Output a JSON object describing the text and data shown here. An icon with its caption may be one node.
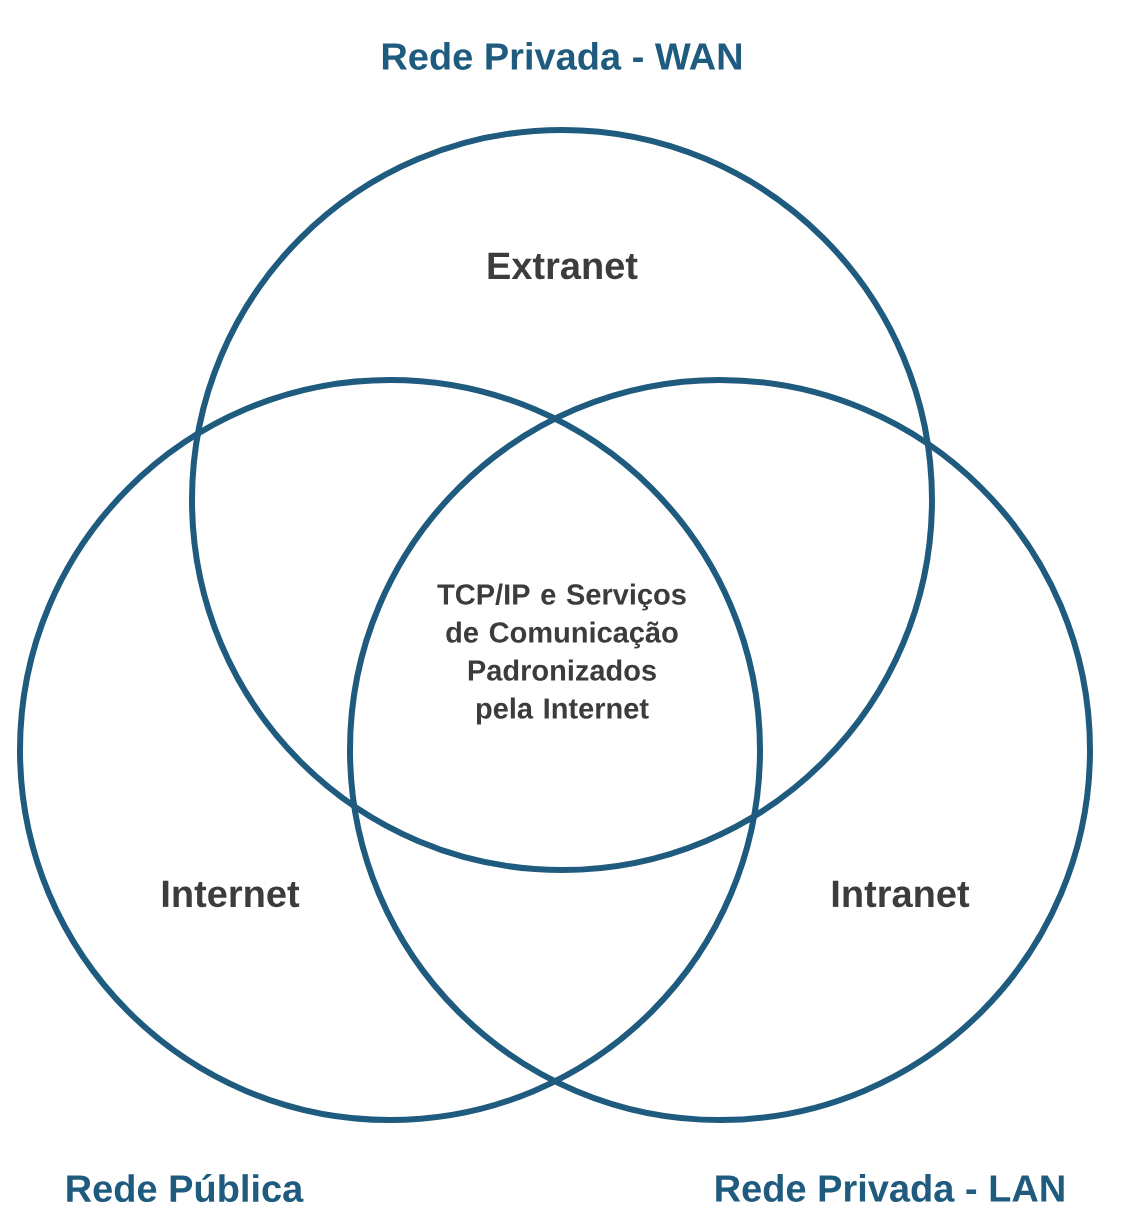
{
  "diagram": {
    "nodes": [
      {
        "text": [
          "Rede Privada - WAN",
          "Extranet"
        ]
      },
      {
        "text": [
          "Internet",
          "Rede Pública"
        ]
      },
      {
        "text": [
          "Intranet",
          "Rede Privada - LAN"
        ]
      }
    ],
    "labels": [
      "TCP/IP e Serviços de Comunicação Padronizados pela Internet"
    ]
  }
}
